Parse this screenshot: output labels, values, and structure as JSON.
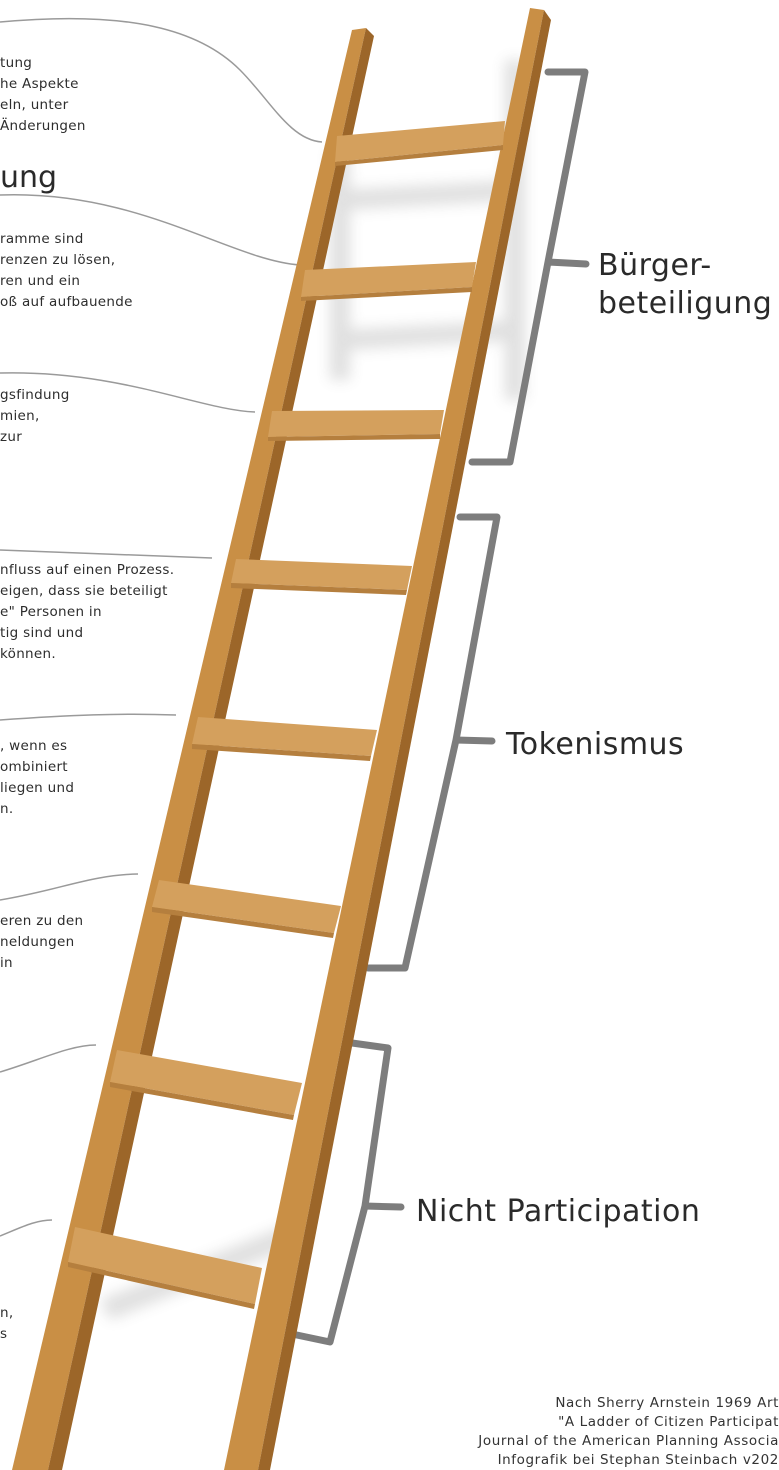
{
  "colors": {
    "rail": "#c98f45",
    "rail_dark": "#9c6629",
    "rung": "#d4a05d",
    "rung_shade": "#b57f3e",
    "bracket": "#7d7d7d",
    "leader": "#9a9a9a"
  },
  "left_texts": [
    {
      "lines": [
        "tung",
        "he Aspekte",
        "eln, unter",
        "Änderungen"
      ]
    },
    {
      "lines": [
        "ramme sind",
        "renzen zu lösen,",
        "ren und ein",
        "oß auf aufbauende"
      ]
    },
    {
      "lines": [
        "gsfindung",
        "mien,",
        "zur"
      ]
    },
    {
      "lines": [
        "nfluss auf einen Prozess.",
        "eigen, dass sie beteiligt",
        "e\" Personen in",
        "tig sind und",
        "können."
      ]
    },
    {
      "lines": [
        ", wenn es",
        "ombiniert",
        "liegen und",
        "n."
      ]
    },
    {
      "lines": [
        "eren zu den",
        "neldungen",
        "in"
      ]
    },
    {
      "lines": [
        "n,",
        "s"
      ]
    }
  ],
  "heading_fragment": "ung",
  "groups": [
    {
      "lines": [
        "Bürger-",
        "beteiligung"
      ]
    },
    {
      "lines": [
        "Tokenismus"
      ]
    },
    {
      "lines": [
        "Nicht Participation"
      ]
    }
  ],
  "credits": [
    "Nach Sherry Arnstein 1969 Art",
    "\"A Ladder of Citizen Participat",
    "Journal of the American Planning Associa",
    "Infografik bei Stephan Steinbach v202"
  ]
}
